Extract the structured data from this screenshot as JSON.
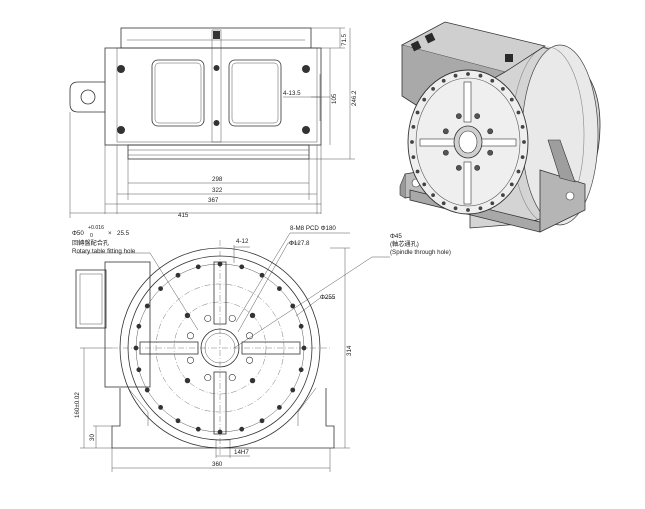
{
  "top_view": {
    "dims": {
      "d71_5": "71.5",
      "d105": "105",
      "d246_2": "246.2",
      "d4_13_5": "4-13.5",
      "d298": "298",
      "d322": "322",
      "d367": "367",
      "d415": "415"
    }
  },
  "front_view": {
    "bore": {
      "tolerance_upper": "+0.016",
      "tolerance_lower": "0",
      "main": "Φ50",
      "depth": "25.5",
      "label_zh": "回轉盤配合孔",
      "label_en": "Rotary table fitting hole"
    },
    "dims": {
      "d4_12": "4-12",
      "d8_m8": "8-M8 PCD  Φ180",
      "d127_8": "Φ127.8",
      "d255": "Φ255",
      "d314": "314",
      "d160": "160±0.02",
      "d30": "30",
      "d360": "360",
      "d14h7": "14H7"
    },
    "spindle": {
      "main": "Φ45",
      "label_zh": "(軸芯通孔)",
      "label_en": "(Spindle through hole)"
    }
  },
  "colors": {
    "line": "#333333",
    "body_fill": "#f2f2f2",
    "dark": "#2a2a2a",
    "metal_light": "#eeeeee",
    "metal_mid": "#c9c9c9",
    "metal_dark": "#8d8d8d"
  }
}
